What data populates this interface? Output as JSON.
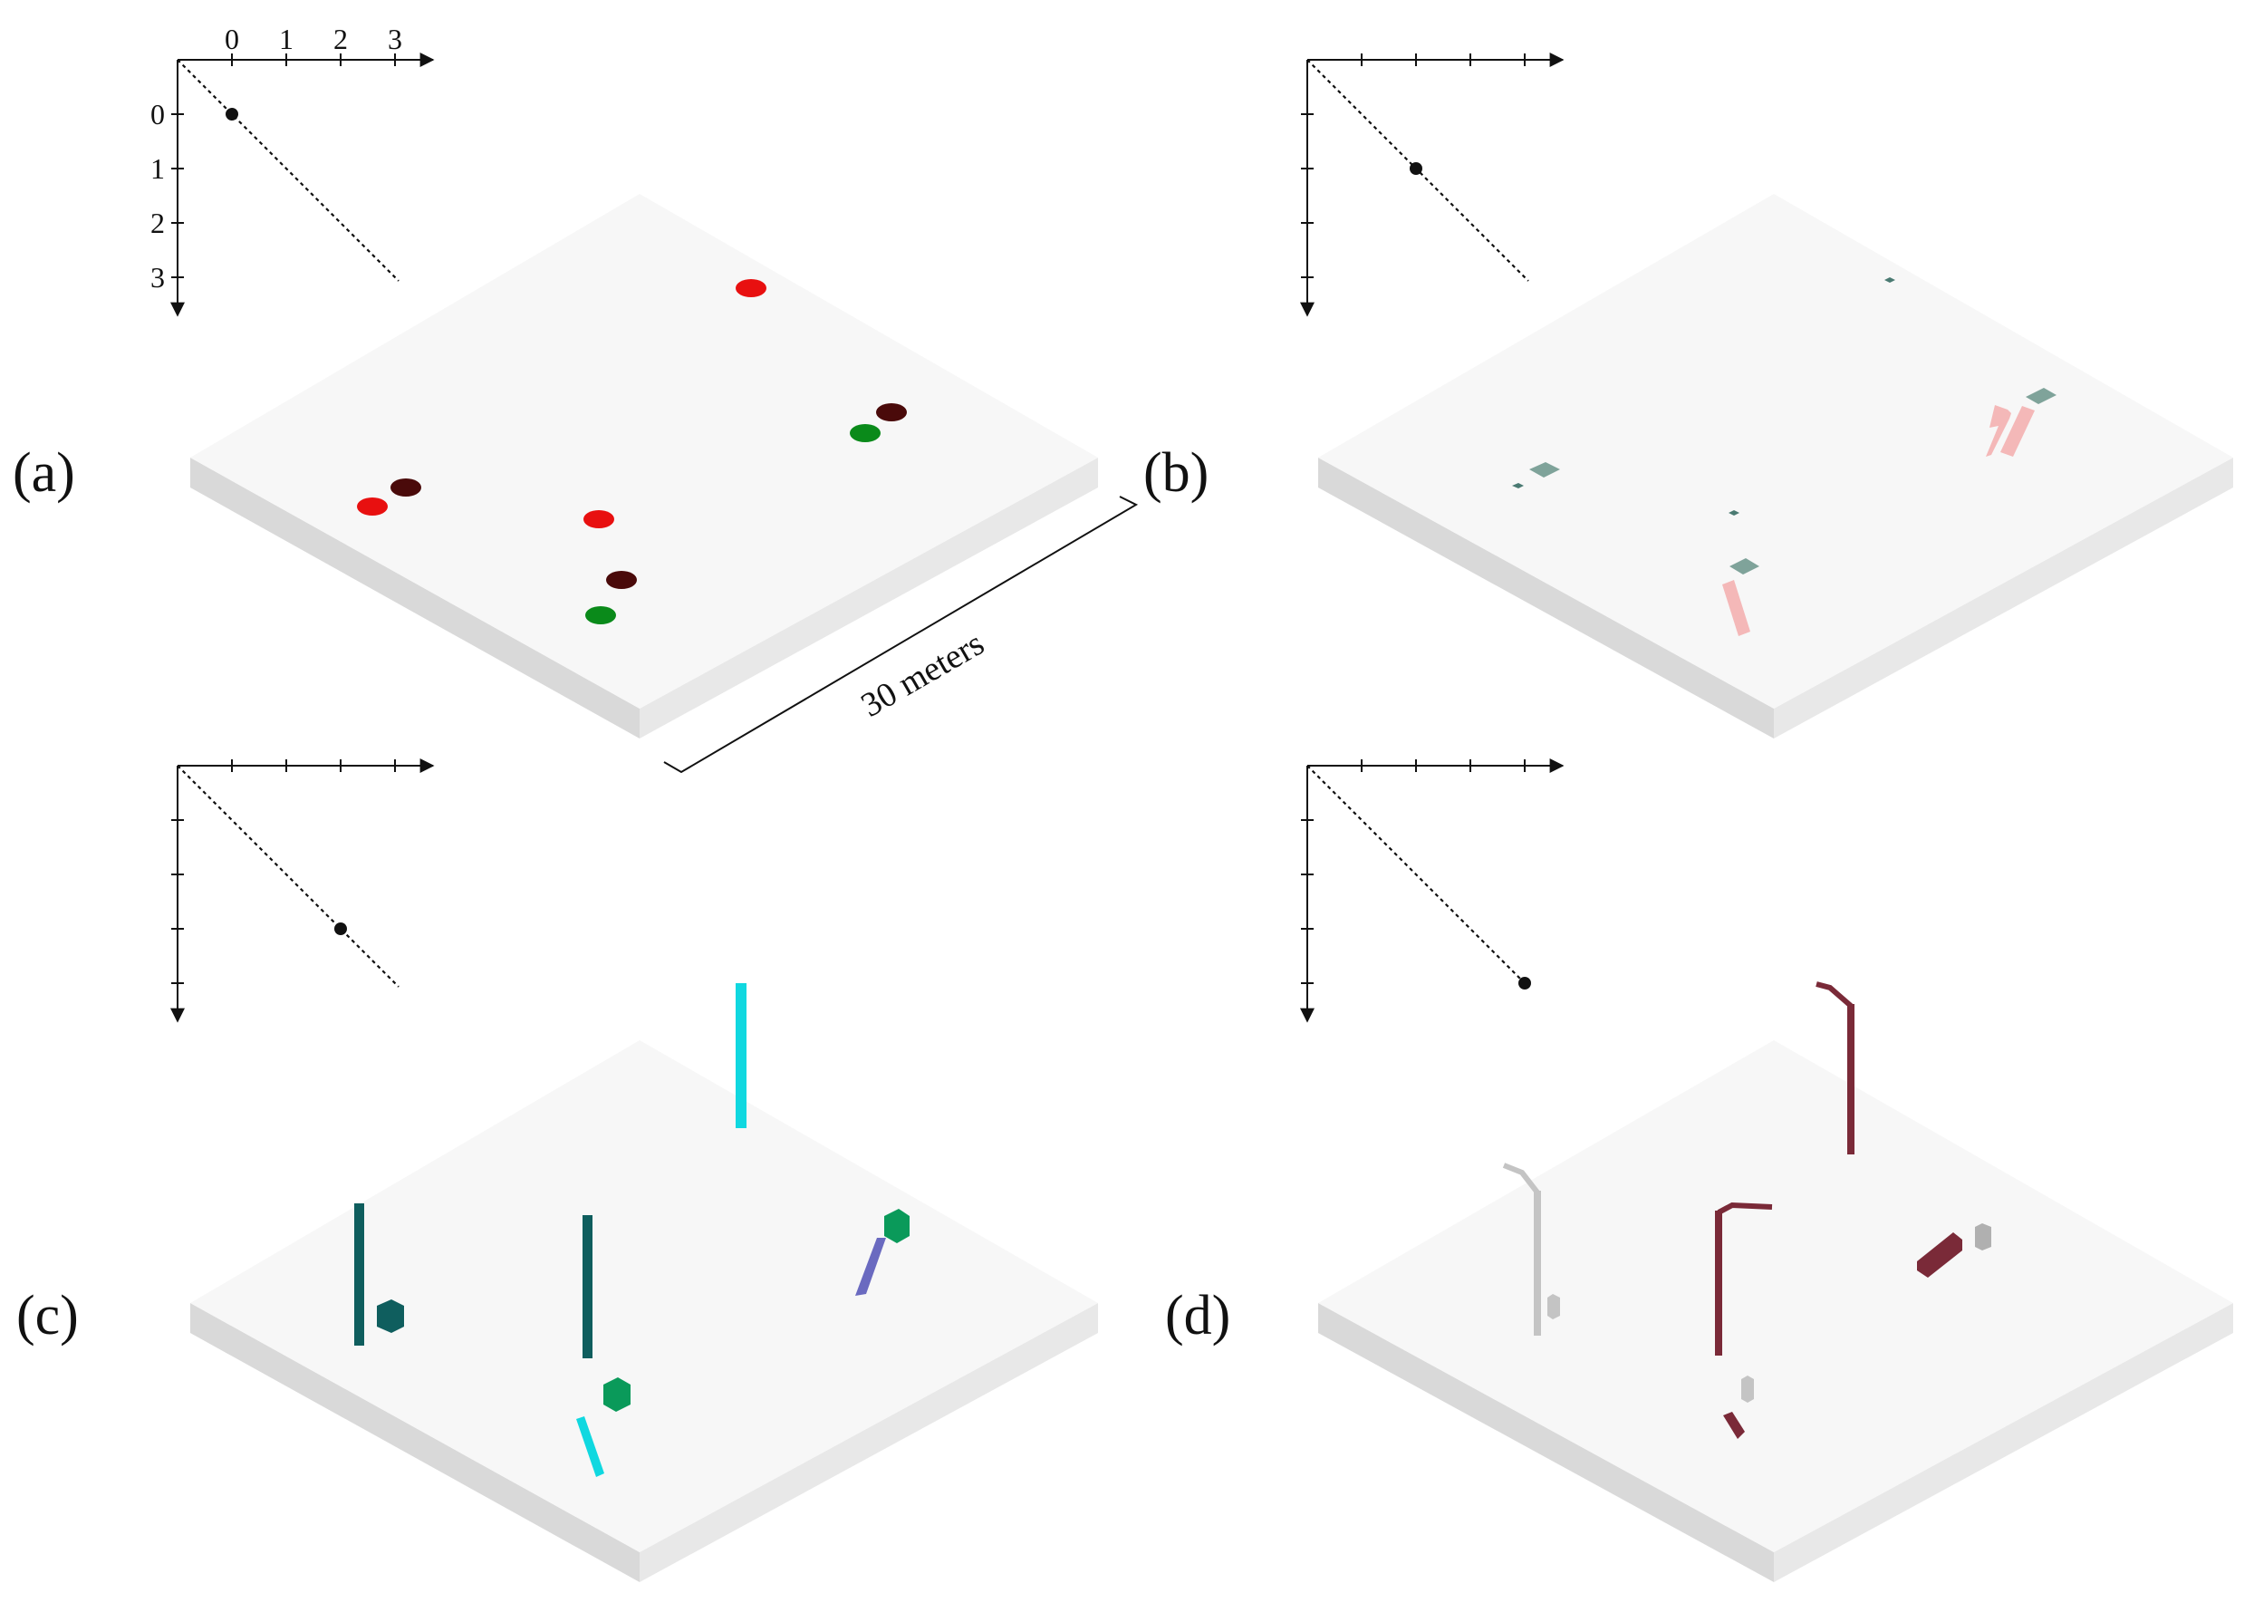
{
  "panels": [
    {
      "id": "a",
      "label": "(a)",
      "show_tick_labels": true,
      "marker_step": 0
    },
    {
      "id": "b",
      "label": "(b)",
      "show_tick_labels": false,
      "marker_step": 1
    },
    {
      "id": "c",
      "label": "(c)",
      "show_tick_labels": false,
      "marker_step": 2
    },
    {
      "id": "d",
      "label": "(d)",
      "show_tick_labels": false,
      "marker_step": 3
    }
  ],
  "axis_ticks": [
    "0",
    "1",
    "2",
    "3"
  ],
  "scale_bar": {
    "label": "30 meters"
  },
  "colors": {
    "platform_top": "#f7f7f7",
    "platform_left_side": "#d9d9d9",
    "platform_right_side": "#e8e8e8",
    "red": "#e81010",
    "dark_red": "#4a0a0a",
    "green": "#0a8a1a",
    "slate": "#7fa39a",
    "pink": "#f4b8b8",
    "teal": "#0f5e5e",
    "cyan": "#10d8e0",
    "emerald": "#0a9a5a",
    "lavender": "#6a6ac0",
    "maroon": "#7a2a38",
    "gray": "#c4c4c4"
  }
}
